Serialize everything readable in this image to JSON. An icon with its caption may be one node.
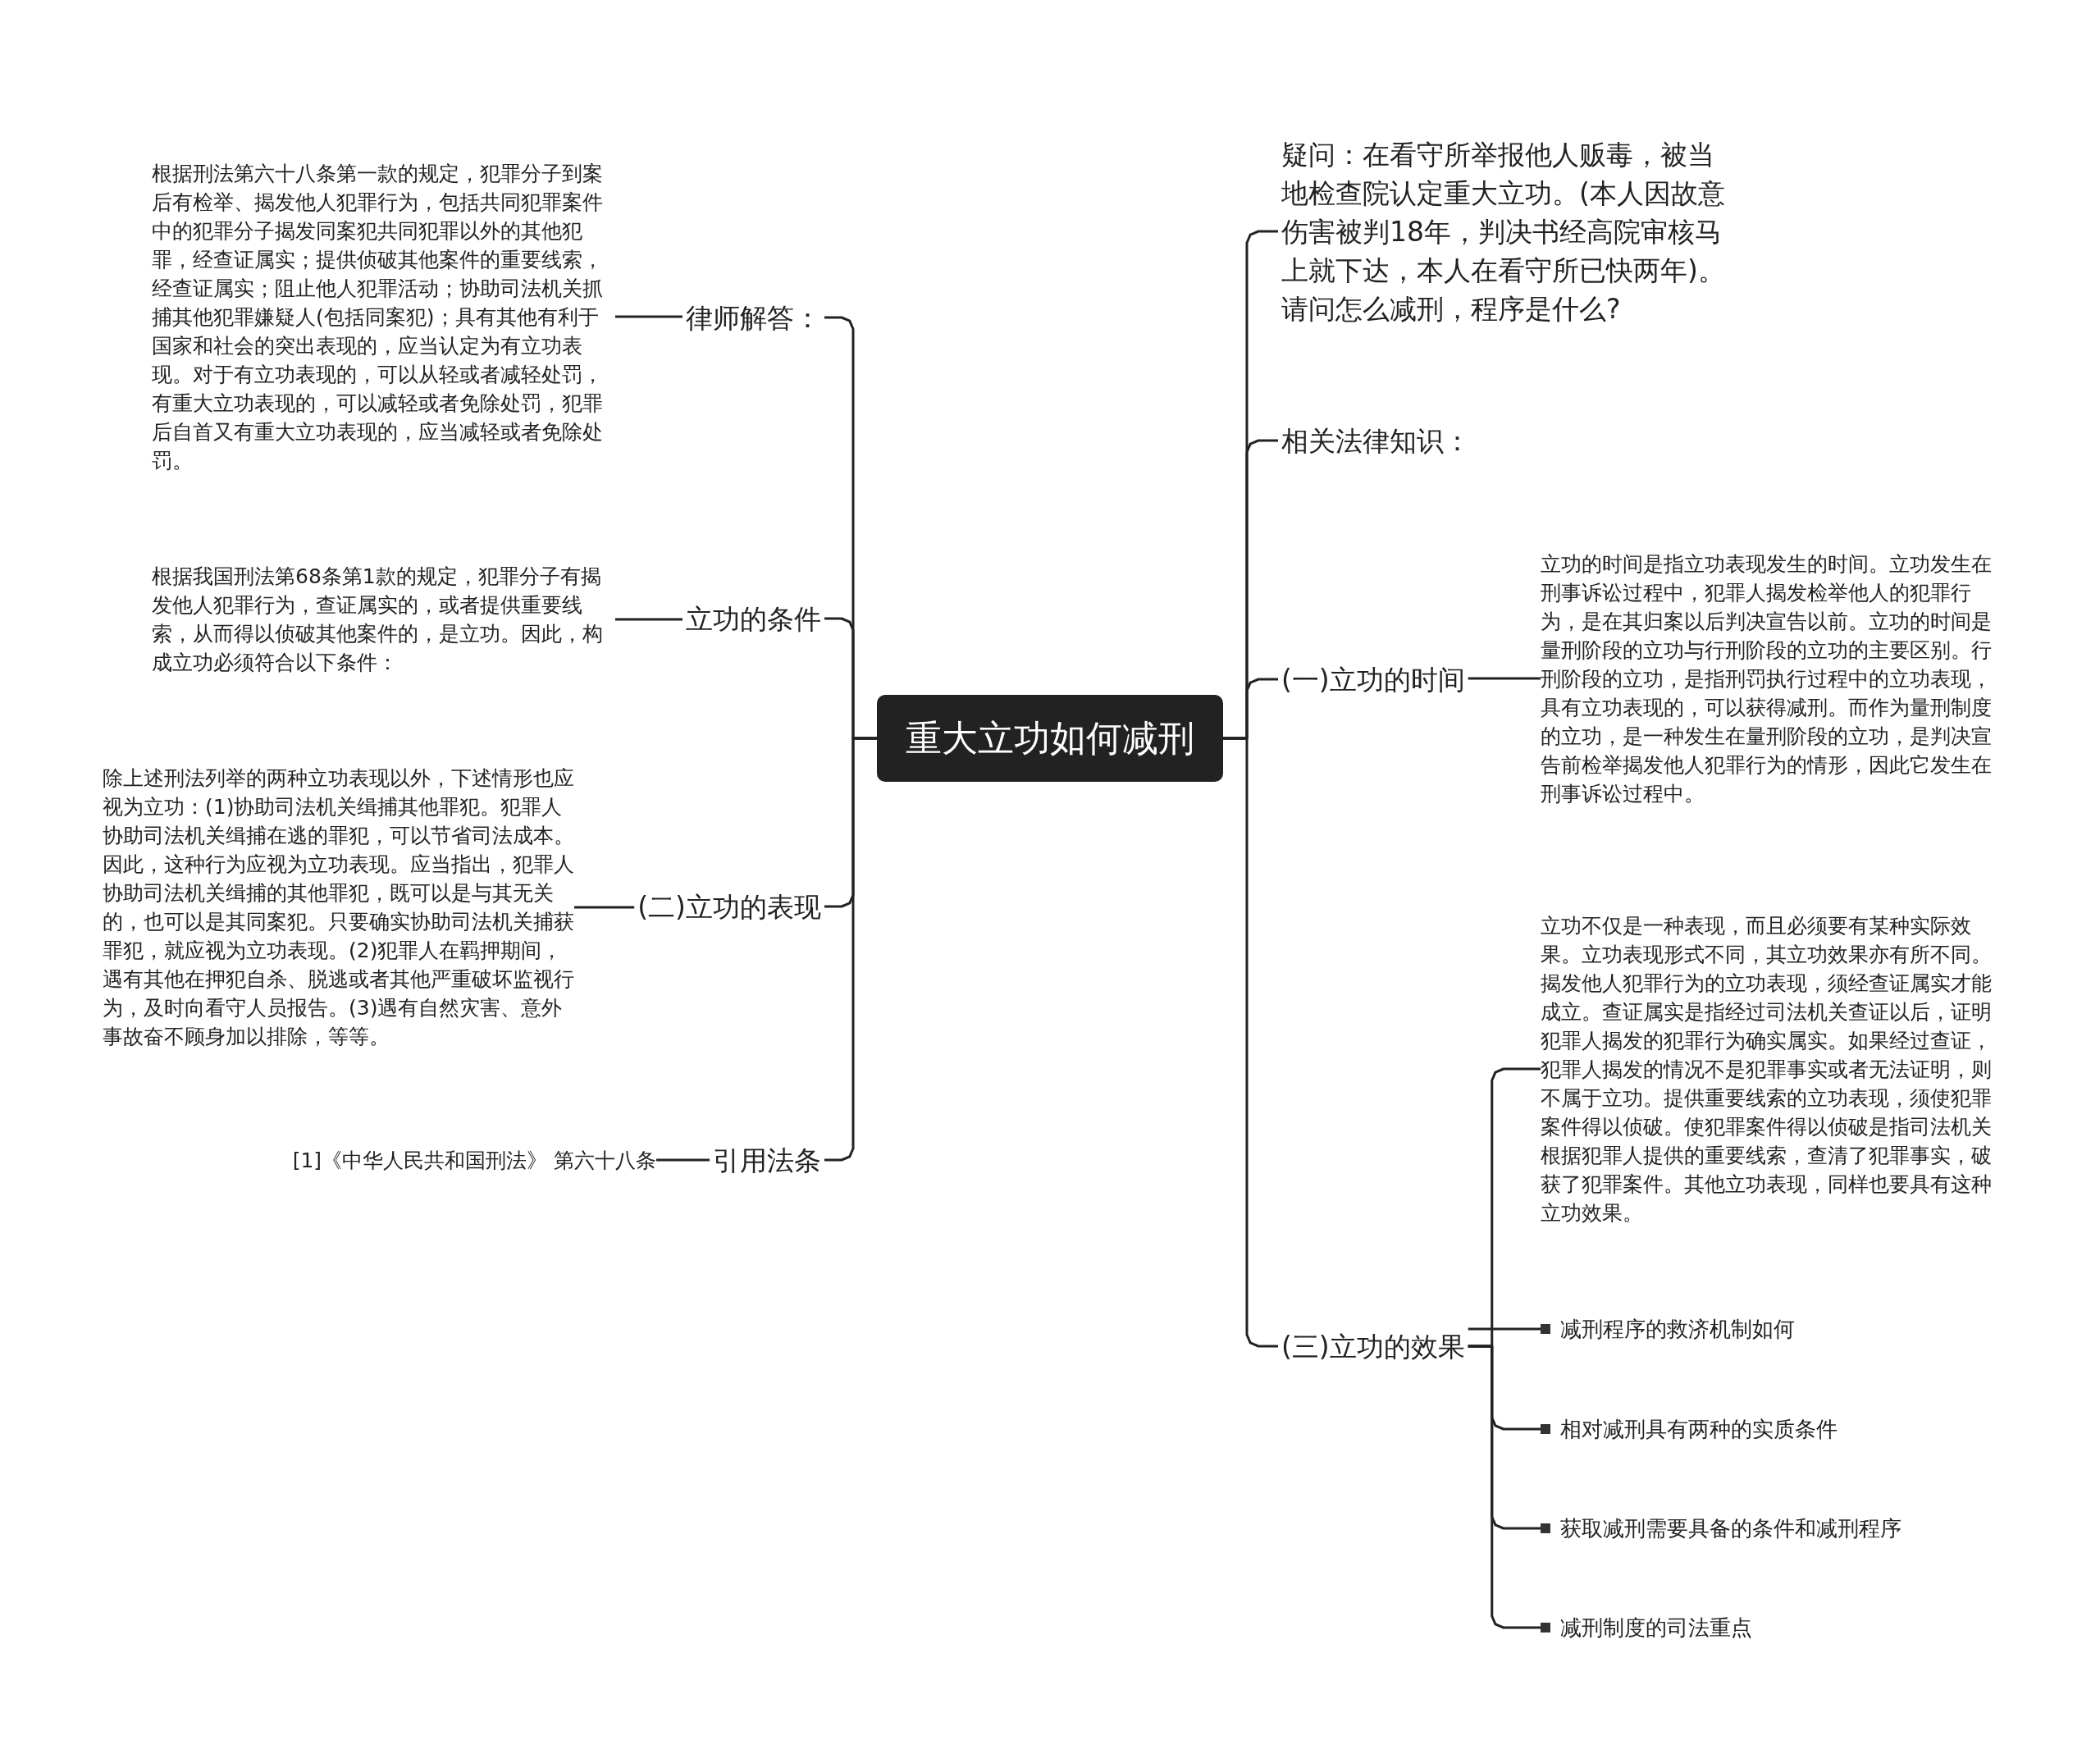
{
  "diagram": {
    "nodes": [
      {
        "text": [
          "重大立功如何减刑"
        ]
      },
      {
        "text": [
          "律师解答："
        ]
      },
      {
        "text": [
          "根据刑法第六十八条第一款的规定，犯罪分子到案后有检举、揭发他人犯罪行为，包括共同犯罪案件中的犯罪分子揭发同案犯共同犯罪以外的其他犯罪，经查证属实；提供侦破其他案件的重要线索，经查证属实；阻止他人犯罪活动；协助司法机关抓捕其他犯罪嫌疑人(包括同案犯)；具有其他有利于国家和社会的突出表现的，应当认定为有立功表现。对于有立功表现的，可以从轻或者减轻处罚，有重大立功表现的，可以减轻或者免除处罚，犯罪后自首又有重大立功表现的，应当减轻或者免除处罚。"
        ]
      },
      {
        "text": [
          "立功的条件"
        ]
      },
      {
        "text": [
          "根据我国刑法第68条第1款的规定，犯罪分子有揭发他人犯罪行为，查证属实的，或者提供重要线索，从而得以侦破其他案件的，是立功。因此，构成立功必须符合以下条件："
        ]
      },
      {
        "text": [
          "(二)立功的表现"
        ]
      },
      {
        "text": [
          "除上述刑法列举的两种立功表现以外，下述情形也应视为立功：(1)协助司法机关缉捕其他罪犯。犯罪人协助司法机关缉捕在逃的罪犯，可以节省司法成本。因此，这种行为应视为立功表现。应当指出，犯罪人协助司法机关缉捕的其他罪犯，既可以是与其无关的，也可以是其同案犯。只要确实协助司法机关捕获罪犯，就应视为立功表现。(2)犯罪人在羁押期间，遇有其他在押犯自杀、脱逃或者其他严重破坏监视行为，及时向看守人员报告。(3)遇有自然灾害、意外事故奋不顾身加以排除，等等。"
        ]
      },
      {
        "text": [
          "引用法条"
        ]
      },
      {
        "text": [
          "[1]《中华人民共和国刑法》 第六十八条"
        ]
      },
      {
        "text": [
          "疑问：在看守所举报他人贩毒，被当地检查院认定重大立功。(本人因故意伤害被判18年，判决书经高院审核马上就下达，本人在看守所已快两年)。请问怎么减刑，程序是什么?"
        ]
      },
      {
        "text": [
          "相关法律知识："
        ]
      },
      {
        "text": [
          "(一)立功的时间"
        ]
      },
      {
        "text": [
          "立功的时间是指立功表现发生的时间。立功发生在刑事诉讼过程中，犯罪人揭发检举他人的犯罪行为，是在其归案以后判决宣告以前。立功的时间是量刑阶段的立功与行刑阶段的立功的主要区别。行刑阶段的立功，是指刑罚执行过程中的立功表现，具有立功表现的，可以获得减刑。而作为量刑制度的立功，是一种发生在量刑阶段的立功，是判决宣告前检举揭发他人犯罪行为的情形，因此它发生在刑事诉讼过程中。"
        ]
      },
      {
        "text": [
          "(三)立功的效果"
        ]
      },
      {
        "text": [
          "立功不仅是一种表现，而且必须要有某种实际效果。立功表现形式不同，其立功效果亦有所不同。揭发他人犯罪行为的立功表现，须经查证属实才能成立。查证属实是指经过司法机关查证以后，证明犯罪人揭发的犯罪行为确实属实。如果经过查证，犯罪人揭发的情况不是犯罪事实或者无法证明，则不属于立功。提供重要线索的立功表现，须使犯罪案件得以侦破。使犯罪案件得以侦破是指司法机关根据犯罪人提供的重要线索，查清了犯罪事实，破获了犯罪案件。其他立功表现，同样也要具有这种立功效果。"
        ]
      },
      {
        "text": [
          "减刑程序的救济机制如何"
        ]
      },
      {
        "text": [
          "相对减刑具有两种的实质条件"
        ]
      },
      {
        "text": [
          "获取减刑需要具备的条件和减刑程序"
        ]
      },
      {
        "text": [
          "减刑制度的司法重点"
        ]
      }
    ],
    "edges": [
      {
        "from": 0,
        "to": 1,
        "arrow": "none"
      },
      {
        "from": 1,
        "to": 2,
        "arrow": "none"
      },
      {
        "from": 0,
        "to": 3,
        "arrow": "none"
      },
      {
        "from": 3,
        "to": 4,
        "arrow": "none"
      },
      {
        "from": 0,
        "to": 5,
        "arrow": "none"
      },
      {
        "from": 5,
        "to": 6,
        "arrow": "none"
      },
      {
        "from": 0,
        "to": 7,
        "arrow": "none"
      },
      {
        "from": 7,
        "to": 8,
        "arrow": "none"
      },
      {
        "from": 0,
        "to": 9,
        "arrow": "none"
      },
      {
        "from": 0,
        "to": 10,
        "arrow": "none"
      },
      {
        "from": 0,
        "to": 11,
        "arrow": "none"
      },
      {
        "from": 11,
        "to": 12,
        "arrow": "none"
      },
      {
        "from": 0,
        "to": 13,
        "arrow": "none"
      },
      {
        "from": 13,
        "to": 14,
        "arrow": "none"
      },
      {
        "from": 13,
        "to": 15,
        "arrow": "none"
      },
      {
        "from": 13,
        "to": 16,
        "arrow": "none"
      },
      {
        "from": 13,
        "to": 17,
        "arrow": "none"
      },
      {
        "from": 13,
        "to": 18,
        "arrow": "none"
      }
    ]
  }
}
